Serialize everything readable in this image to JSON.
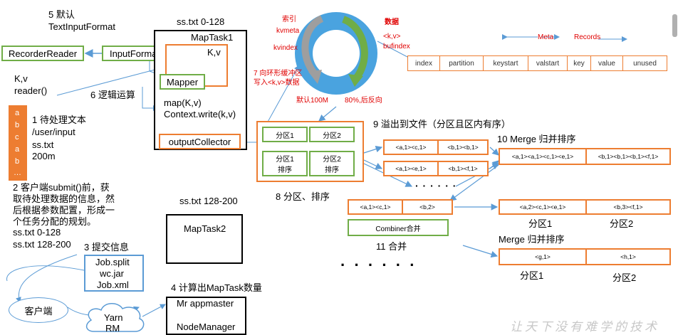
{
  "left": {
    "step5": "5 默认",
    "step5_sub": "TextInputFormat",
    "recorder_reader": "RecorderReader",
    "input_format": "InputFormat",
    "kv": "K,v",
    "reader": "reader()",
    "input_chars": [
      "a",
      "b",
      "c",
      "a",
      "b",
      "…"
    ],
    "step1": "1 待处理文本",
    "step1_path": "/user/input",
    "step1_file": "ss.txt",
    "step1_size": "200m",
    "step2": [
      "2 客户端submit()前，获",
      "取待处理数据的信息，然",
      "后根据参数配置，形成一",
      "个任务分配的规划。"
    ],
    "split1": "ss.txt  0-128",
    "split2": "ss.txt  128-200",
    "step3": "3 提交信息",
    "job_files": [
      "Job.split",
      "wc.jar",
      "Job.xml"
    ],
    "client": "客户端",
    "yarn": "Yarn",
    "rm": "RM"
  },
  "maptask1": {
    "range": "ss.txt 0-128",
    "title": "MapTask1",
    "kv": "K,v",
    "mapper": "Mapper",
    "step6": "6 逻辑运算",
    "map_call": "map(K,v)",
    "context_write": "Context.write(k,v)",
    "output_collector": "outputCollector"
  },
  "maptask2": {
    "range": "ss.txt 128-200",
    "title": "MapTask2"
  },
  "step4": "4 计算出MapTask数量",
  "appmaster": {
    "line1": "Mr appmaster",
    "line2": "NodeManager"
  },
  "ring": {
    "index_label": "索引",
    "kvmeta": "kvmeta",
    "kvindex": "kvindex",
    "data_label": "数据",
    "kv_data": "<k,v>",
    "bufindex": "bufindex",
    "step7": [
      "7 向环形缓冲区",
      "写入<k,v>数据"
    ],
    "default_size": "默认100M",
    "reverse": "80%,后反向"
  },
  "meta_table": {
    "meta_label": "Meta",
    "records_label": "Records",
    "columns": [
      "index",
      "partition",
      "keystart",
      "valstart",
      "key",
      "value",
      "unused"
    ]
  },
  "partition_sort": {
    "cells": [
      "分区1",
      "分区2",
      "分区1\n排序",
      "分区2\n排序"
    ],
    "caption": "8 分区、排序"
  },
  "spill": {
    "title": "9 溢出到文件（分区且区内有序）",
    "rows": [
      [
        "<a,1><c,1>",
        "<b,1><b,1>"
      ],
      [
        "<a,1><e,1>",
        "<b,1><f,1>"
      ]
    ],
    "ellipsis": "· · ·  · · ·"
  },
  "merge": {
    "title": "10 Merge 归并排序",
    "row": [
      "<a,1><a,1><c,1><e,1>",
      "<b,1><b,1><b,1><f,1>"
    ]
  },
  "combiner": {
    "row": [
      "<a,1><c,1>",
      "<b,2>"
    ],
    "label": "Combiner合并",
    "caption": "11 合并"
  },
  "combined_result": {
    "row": [
      "<a,2><c,1><e,1>",
      "<b,3><f,1>"
    ],
    "part1": "分区1",
    "part2": "分区2"
  },
  "merge2": {
    "title": "Merge 归并排序",
    "row": [
      "<g,1>",
      "<h,1>"
    ],
    "part1": "分区1",
    "part2": "分区2"
  },
  "big_ellipsis": "· · ·  · · ·",
  "watermark": "让天下没有难学的技术",
  "colors": {
    "green": "#70ad47",
    "orange": "#ed7d31",
    "blue": "#5b9bd5",
    "red": "#e00000",
    "ring": "#4aa3df"
  }
}
